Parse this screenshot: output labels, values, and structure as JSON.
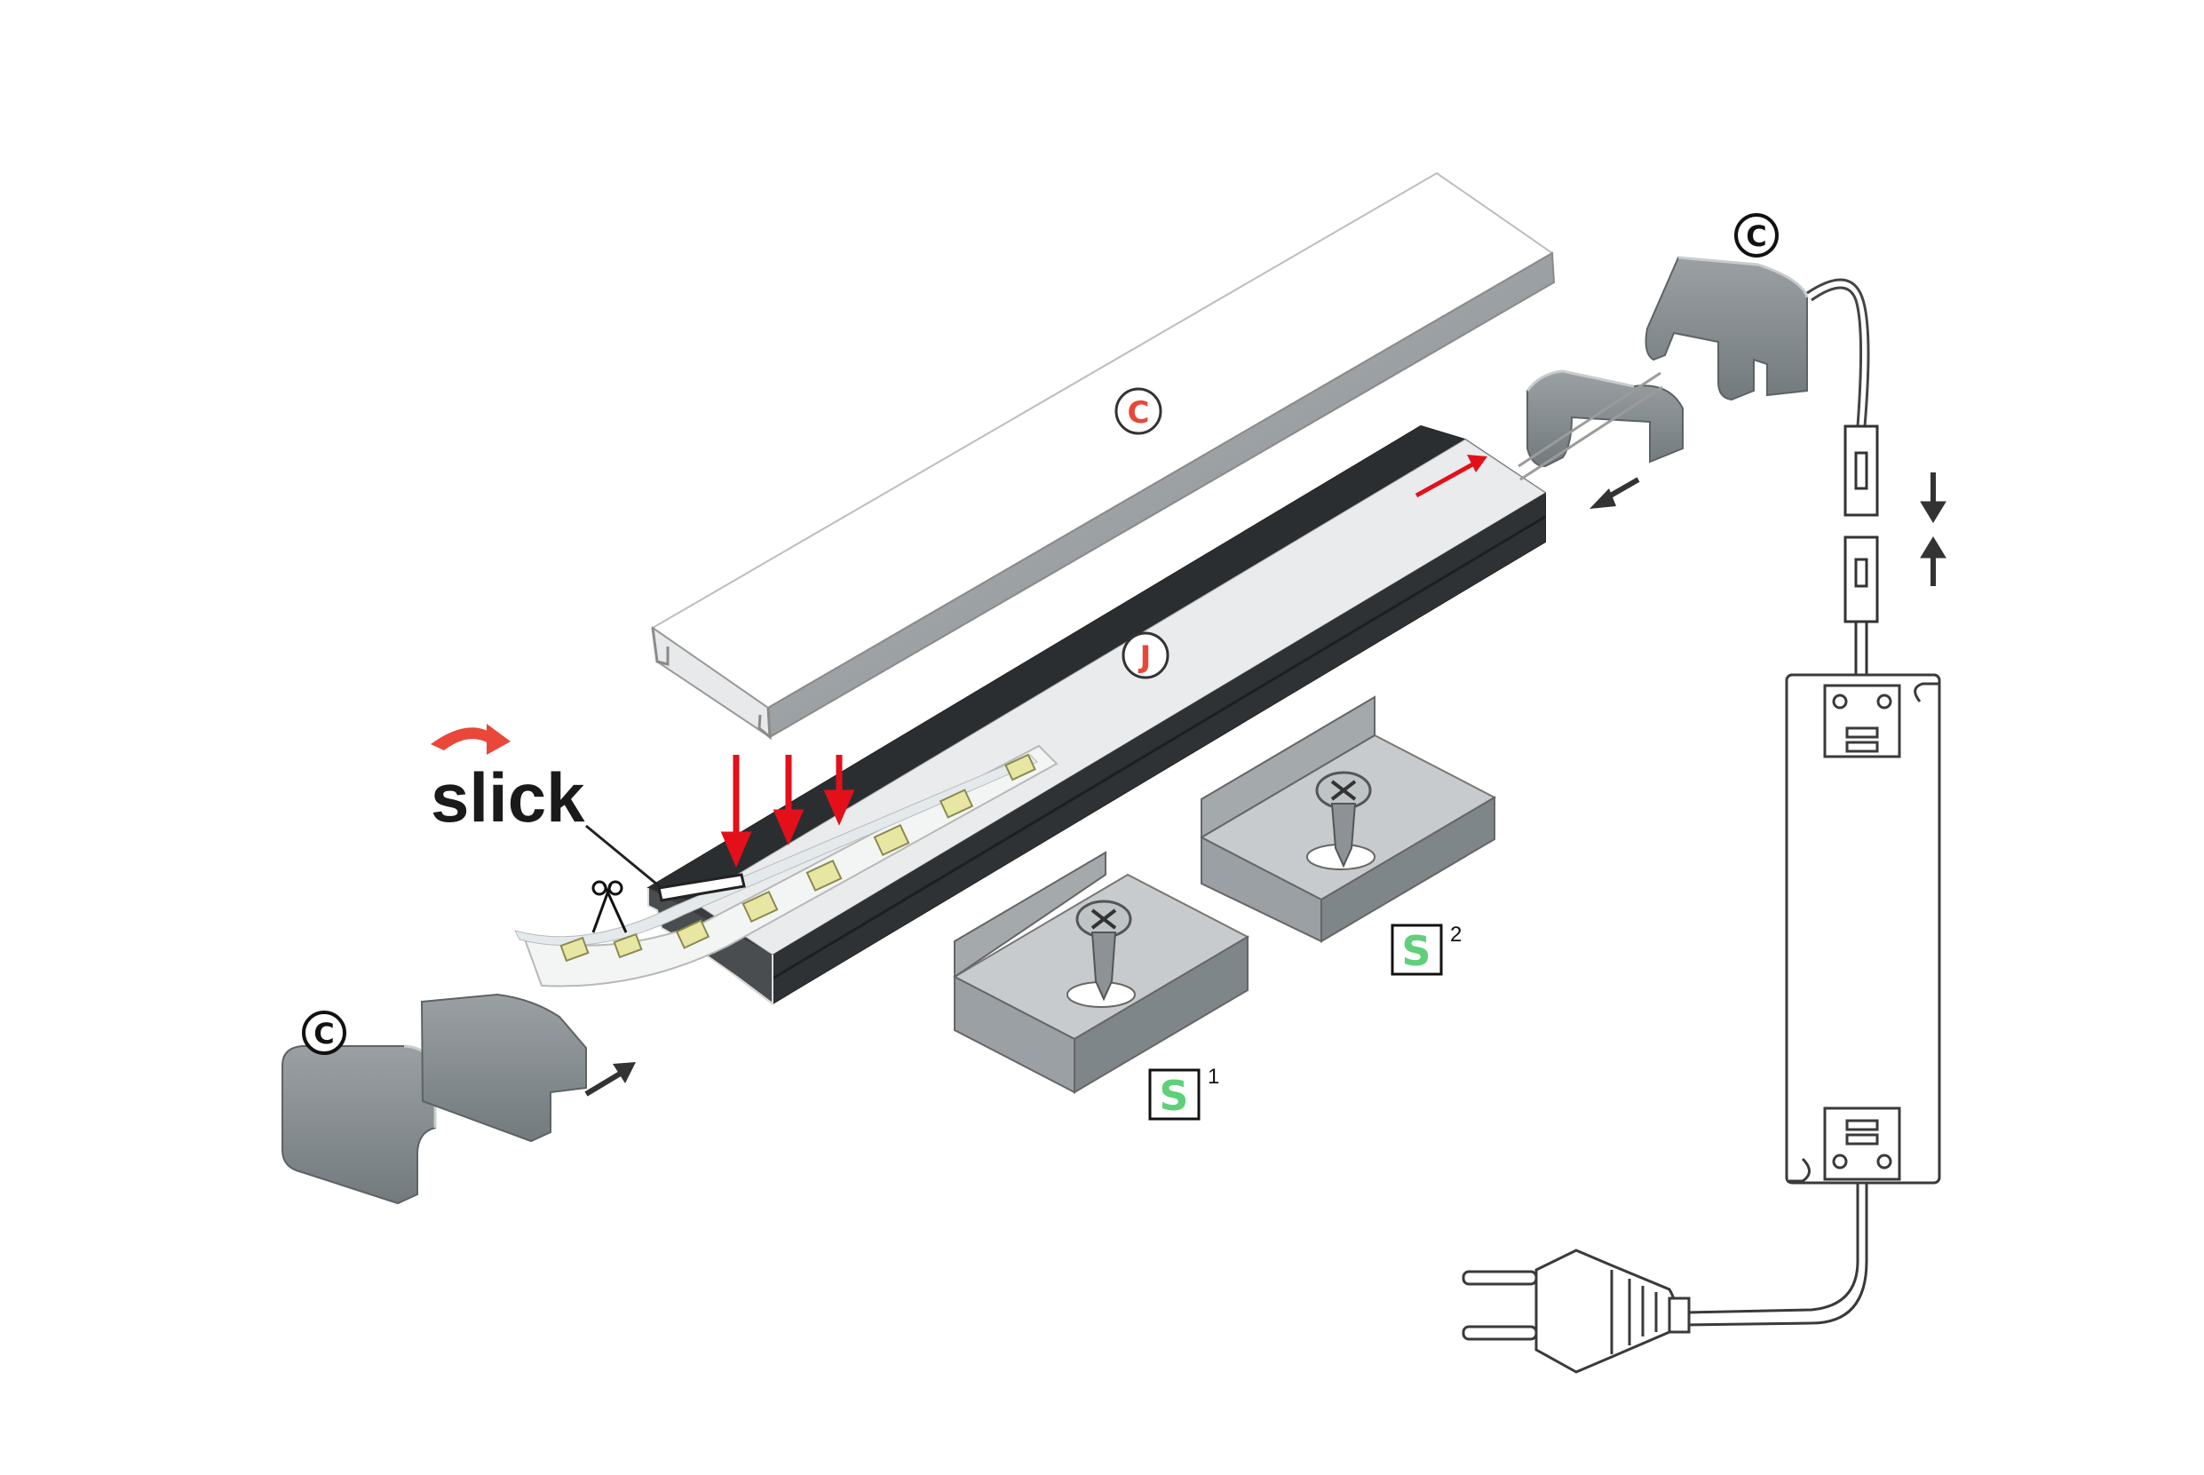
{
  "labels": {
    "cover": "C",
    "profile": "J",
    "endcap_top": "C",
    "endcap_left": "C",
    "mount_1": "S",
    "mount_1_index": "1",
    "mount_2": "S",
    "mount_2_index": "2"
  },
  "logo": {
    "text": "slick"
  },
  "colors": {
    "red": "#e3101a",
    "label_red": "#e8473a",
    "label_green": "#5fd07a",
    "profile_dark": "#2f3234",
    "metal": "#8c9295",
    "metal_light": "#c9cdcf",
    "cover_fill": "#ffffff",
    "line": "#3a3a3a",
    "led_yellow": "#e7e7a3"
  },
  "icons": [
    "scissors-icon",
    "screw-icon",
    "plug-icon",
    "power-supply-icon",
    "connector-icon"
  ]
}
